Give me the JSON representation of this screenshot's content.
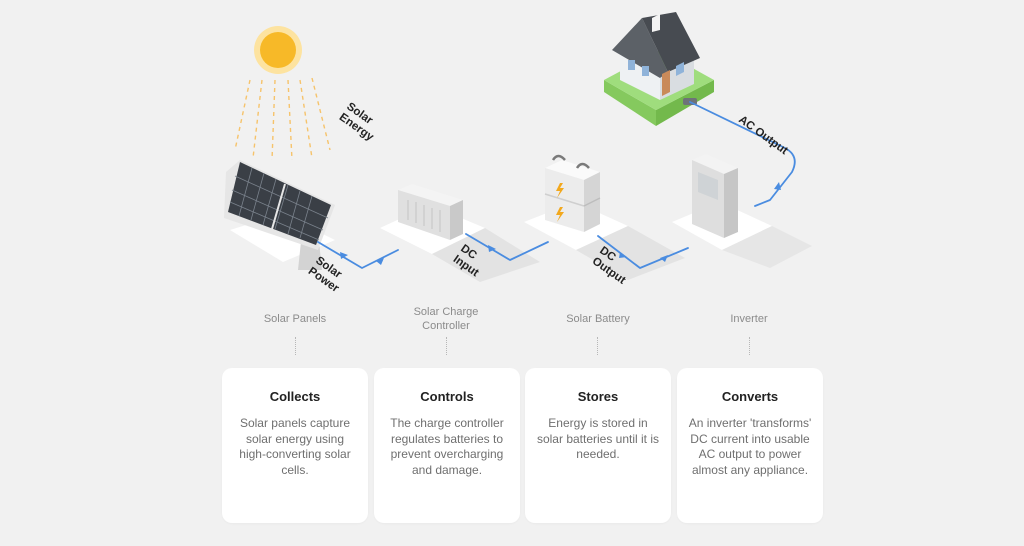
{
  "diagram": {
    "labels": {
      "solar_energy": [
        "Solar",
        "Energy"
      ],
      "solar_power": [
        "Solar",
        "Power"
      ],
      "dc_input": [
        "DC",
        "Input"
      ],
      "dc_output": [
        "DC",
        "Output"
      ],
      "ac_output": "AC Output"
    },
    "colors": {
      "background": "#f1f1f1",
      "flow_line": "#4a8ce0",
      "sun": "#f7b928",
      "grass": "#9fdd7d",
      "roof": "#5c6167"
    }
  },
  "stages": [
    {
      "label": "Solar Panels",
      "title": "Collects",
      "body": "Solar panels capture solar energy using high-converting solar cells."
    },
    {
      "label": "Solar Charge Controller",
      "title": "Controls",
      "body": "The charge controller regulates batteries to prevent overcharging and damage."
    },
    {
      "label": "Solar Battery",
      "title": "Stores",
      "body": "Energy is stored in solar batteries until it is needed."
    },
    {
      "label": "Inverter",
      "title": "Converts",
      "body": "An inverter 'transforms' DC current into usable AC output to power almost any appliance."
    }
  ]
}
